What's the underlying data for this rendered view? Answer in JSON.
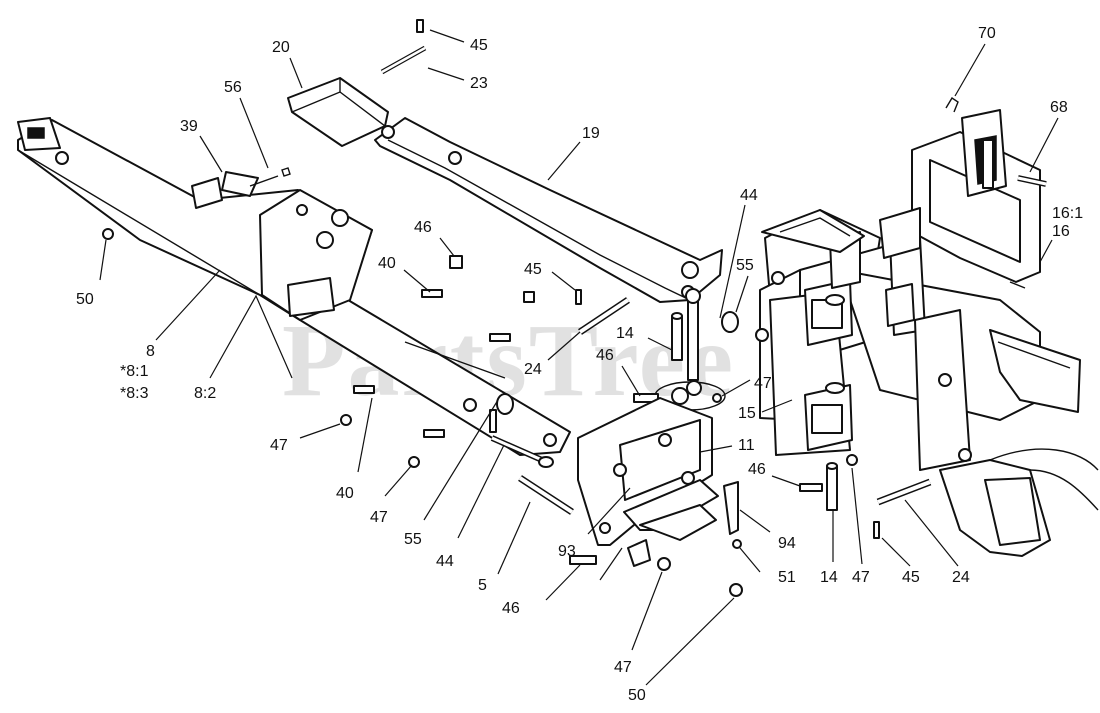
{
  "watermark": {
    "text": "PartsTree",
    "trademark": "™"
  },
  "callouts": [
    {
      "id": "c45a",
      "text": "45"
    },
    {
      "id": "c20",
      "text": "20"
    },
    {
      "id": "c23",
      "text": "23"
    },
    {
      "id": "c56",
      "text": "56"
    },
    {
      "id": "c39",
      "text": "39"
    },
    {
      "id": "c19",
      "text": "19"
    },
    {
      "id": "c70",
      "text": "70"
    },
    {
      "id": "c68",
      "text": "68"
    },
    {
      "id": "c44a",
      "text": "44"
    },
    {
      "id": "c161",
      "text": "16:1"
    },
    {
      "id": "c16",
      "text": "16"
    },
    {
      "id": "c46a",
      "text": "46"
    },
    {
      "id": "c45b",
      "text": "45"
    },
    {
      "id": "c55a",
      "text": "55"
    },
    {
      "id": "c40a",
      "text": "40"
    },
    {
      "id": "c50a",
      "text": "50"
    },
    {
      "id": "c14a",
      "text": "14"
    },
    {
      "id": "c8",
      "text": "8"
    },
    {
      "id": "c24a",
      "text": "24"
    },
    {
      "id": "c46b",
      "text": "46"
    },
    {
      "id": "c81",
      "text": "*8:1"
    },
    {
      "id": "c47a",
      "text": "47"
    },
    {
      "id": "c83",
      "text": "*8:3"
    },
    {
      "id": "c82",
      "text": "8:2"
    },
    {
      "id": "c15",
      "text": "15"
    },
    {
      "id": "c47b",
      "text": "47"
    },
    {
      "id": "c11",
      "text": "11"
    },
    {
      "id": "c46c",
      "text": "46"
    },
    {
      "id": "c40b",
      "text": "40"
    },
    {
      "id": "c47c",
      "text": "47"
    },
    {
      "id": "c55b",
      "text": "55"
    },
    {
      "id": "c44b",
      "text": "44"
    },
    {
      "id": "c93",
      "text": "93"
    },
    {
      "id": "c94",
      "text": "94"
    },
    {
      "id": "c5",
      "text": "5"
    },
    {
      "id": "c46d",
      "text": "46"
    },
    {
      "id": "c51",
      "text": "51"
    },
    {
      "id": "c14b",
      "text": "14"
    },
    {
      "id": "c47d",
      "text": "47"
    },
    {
      "id": "c45c",
      "text": "45"
    },
    {
      "id": "c24b",
      "text": "24"
    },
    {
      "id": "c47e",
      "text": "47"
    },
    {
      "id": "c50b",
      "text": "50"
    }
  ]
}
